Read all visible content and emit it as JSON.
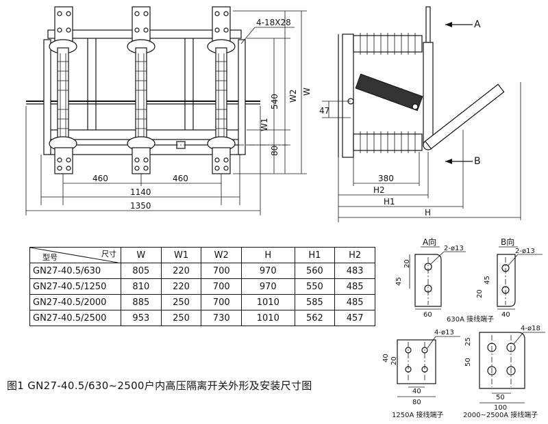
{
  "front_view": {
    "hole_note": "4-18X28",
    "dims": {
      "d540": "540",
      "w2": "W2",
      "w": "W",
      "w1": "W1",
      "d80": "80",
      "d460_left": "460",
      "d460_right": "460",
      "d1140": "1140",
      "d1350": "1350"
    }
  },
  "side_view": {
    "arrow_a": "A",
    "arrow_b": "B",
    "dims": {
      "d47": "47",
      "d380": "380",
      "h2": "H2",
      "h1": "H1",
      "h": "H"
    }
  },
  "table": {
    "corner_top": "尺寸",
    "corner_bottom": "型号",
    "columns": [
      "W",
      "W1",
      "W2",
      "H",
      "H1",
      "H2"
    ],
    "rows": [
      {
        "model": "GN27-40.5/630",
        "values": [
          "805",
          "220",
          "700",
          "970",
          "560",
          "483"
        ]
      },
      {
        "model": "GN27-40.5/1250",
        "values": [
          "810",
          "220",
          "700",
          "970",
          "550",
          "485"
        ]
      },
      {
        "model": "GN27-40.5/2000",
        "values": [
          "885",
          "250",
          "700",
          "1010",
          "585",
          "485"
        ]
      },
      {
        "model": "GN27-40.5/2500",
        "values": [
          "953",
          "250",
          "730",
          "1010",
          "562",
          "457"
        ]
      }
    ]
  },
  "terminals": {
    "view_a": {
      "title": "A向",
      "holes": "2-ø13",
      "d45": "45",
      "d20": "20",
      "d60": "60"
    },
    "view_b": {
      "title": "B向",
      "holes": "2-ø13",
      "d20": "20",
      "d45": "45",
      "d40": "40"
    },
    "label_630": "630A 接线端子",
    "t1250": {
      "holes": "4-ø13",
      "d40": "40",
      "d20": "20",
      "d40b": "40",
      "d80": "80",
      "label": "1250A 接线端子"
    },
    "t2000": {
      "holes": "4-ø18",
      "d25": "25",
      "d50": "50",
      "d50b": "50",
      "d100": "100",
      "label": "2000~2500A 接线端子"
    }
  },
  "caption": "图1   GN27-40.5/630~2500户内高压隔离开关外形及安装尺寸图"
}
